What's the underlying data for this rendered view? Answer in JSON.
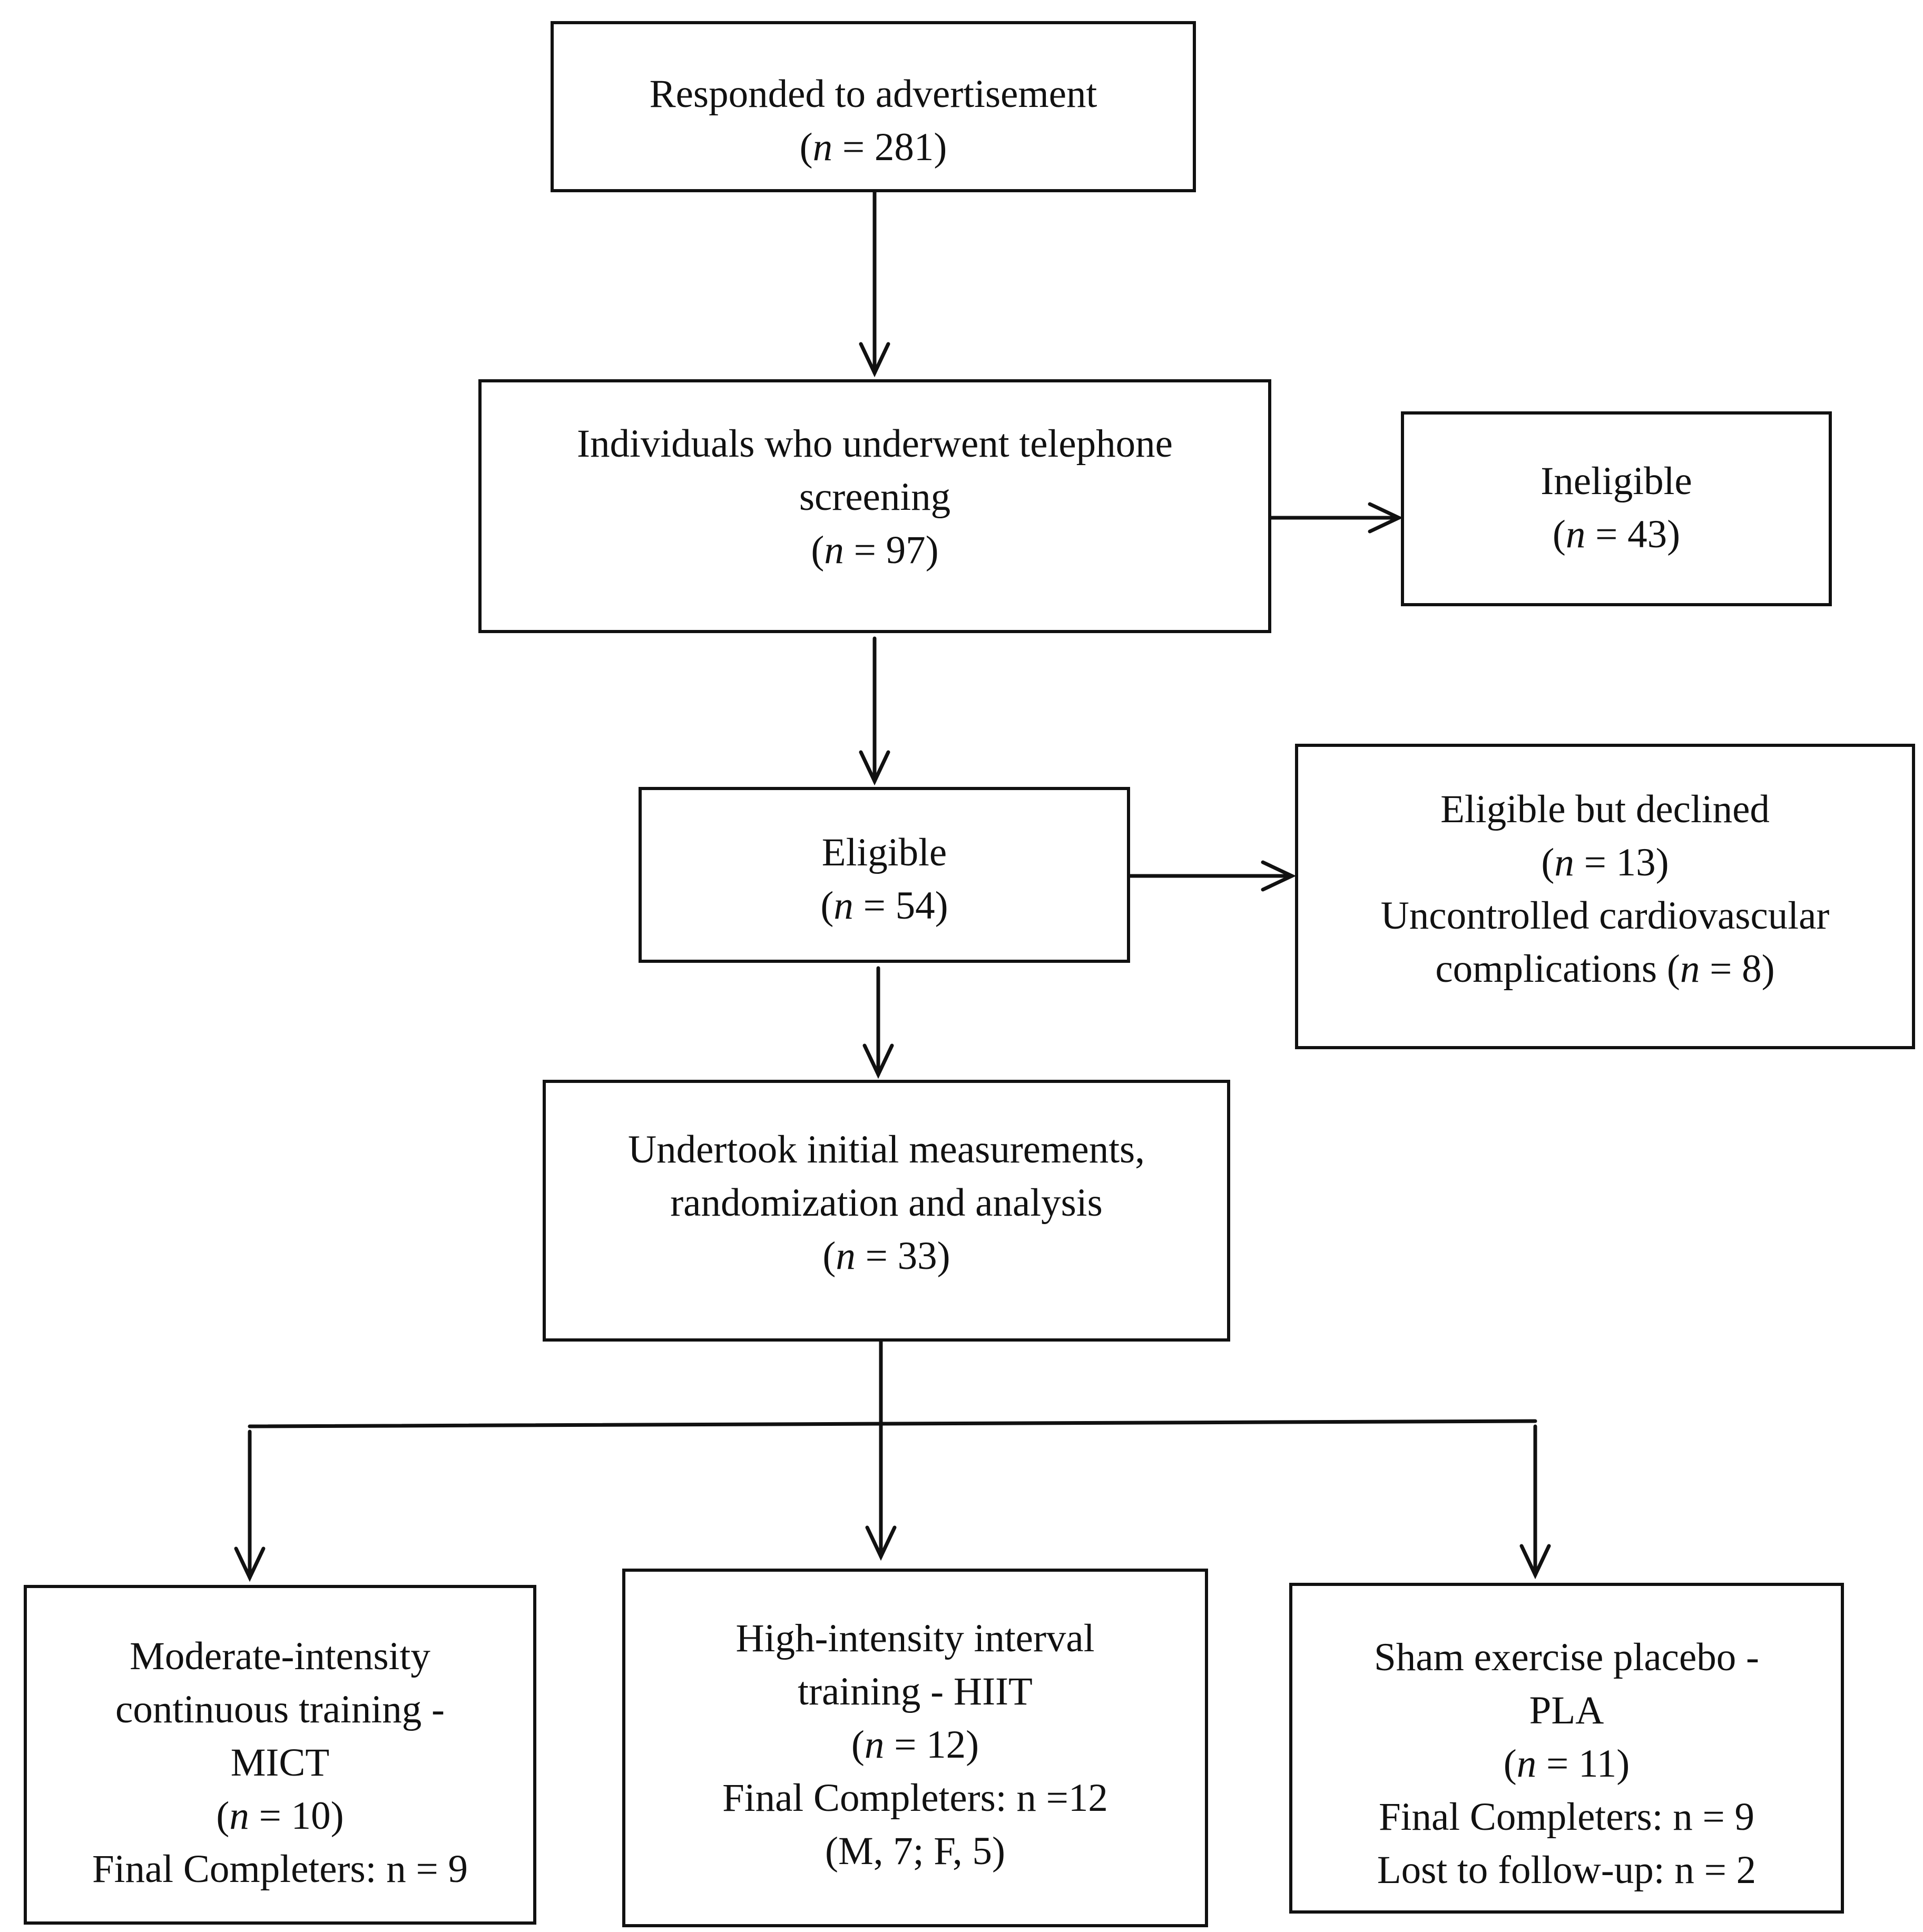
{
  "diagram": {
    "nodes": [
      {
        "id": "responded",
        "lines": [
          {
            "text": "Responded to advertisement"
          },
          {
            "pre": "(",
            "italic": "n",
            "post": " = 281)"
          }
        ]
      },
      {
        "id": "telephone-screening",
        "lines": [
          {
            "text": "Individuals who underwent telephone"
          },
          {
            "text": "screening"
          },
          {
            "pre": "(",
            "italic": "n",
            "post": " = 97)"
          }
        ]
      },
      {
        "id": "ineligible",
        "lines": [
          {
            "text": "Ineligible"
          },
          {
            "pre": "(",
            "italic": "n",
            "post": " = 43)"
          }
        ]
      },
      {
        "id": "eligible",
        "lines": [
          {
            "text": "Eligible"
          },
          {
            "pre": "(",
            "italic": "n",
            "post": " = 54)"
          }
        ]
      },
      {
        "id": "declined",
        "lines": [
          {
            "text": "Eligible but declined"
          },
          {
            "pre": "(",
            "italic": "n",
            "post": " = 13)"
          },
          {
            "text": "Uncontrolled cardiovascular"
          },
          {
            "pre": "complications (",
            "italic": "n",
            "post": " = 8)"
          }
        ]
      },
      {
        "id": "randomization",
        "lines": [
          {
            "text": "Undertook initial measurements,"
          },
          {
            "text": "randomization and analysis"
          },
          {
            "pre": "(",
            "italic": "n",
            "post": " = 33)"
          }
        ]
      },
      {
        "id": "mict",
        "lines": [
          {
            "text": "Moderate-intensity"
          },
          {
            "text": "continuous training -"
          },
          {
            "text": "MICT"
          },
          {
            "pre": "(",
            "italic": "n",
            "post": " = 10)"
          },
          {
            "text": "Final Completers: n = 9"
          }
        ]
      },
      {
        "id": "hiit",
        "lines": [
          {
            "text": "High-intensity interval"
          },
          {
            "text": "training - HIIT"
          },
          {
            "pre": "(",
            "italic": "n",
            "post": " = 12)"
          },
          {
            "text": "Final Completers: n =12"
          },
          {
            "text": "(M, 7; F, 5)"
          }
        ]
      },
      {
        "id": "pla",
        "lines": [
          {
            "text": "Sham exercise placebo -"
          },
          {
            "text": "PLA"
          },
          {
            "pre": "(",
            "italic": "n",
            "post": " = 11)"
          },
          {
            "text": "Final Completers: n = 9"
          },
          {
            "text": "Lost to follow-up: n = 2"
          }
        ]
      }
    ],
    "edges": [
      {
        "from": "responded",
        "to": "telephone-screening"
      },
      {
        "from": "telephone-screening",
        "to": "ineligible"
      },
      {
        "from": "telephone-screening",
        "to": "eligible"
      },
      {
        "from": "eligible",
        "to": "declined"
      },
      {
        "from": "eligible",
        "to": "randomization"
      },
      {
        "from": "randomization",
        "to": "mict"
      },
      {
        "from": "randomization",
        "to": "hiit"
      },
      {
        "from": "randomization",
        "to": "pla"
      }
    ]
  }
}
